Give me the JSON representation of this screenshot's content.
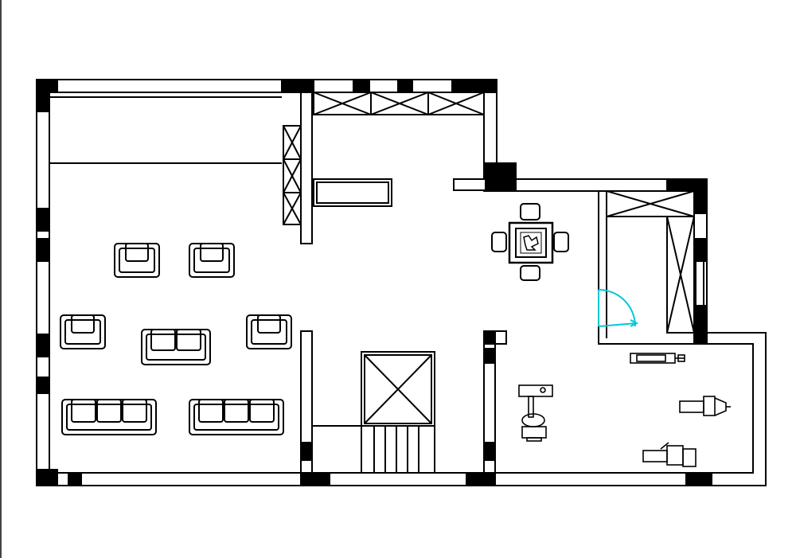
{
  "diagram": {
    "kind": "floor-plan",
    "background": "#ffffff",
    "line_color": "#000000",
    "door_accent": "#00c8d6",
    "symbols": [
      "armchair",
      "three-seat-sofa",
      "loveseat",
      "mahjong-table",
      "stair-well",
      "storage-cabinet",
      "wardrobe",
      "gym-equipment",
      "swing-door"
    ]
  }
}
